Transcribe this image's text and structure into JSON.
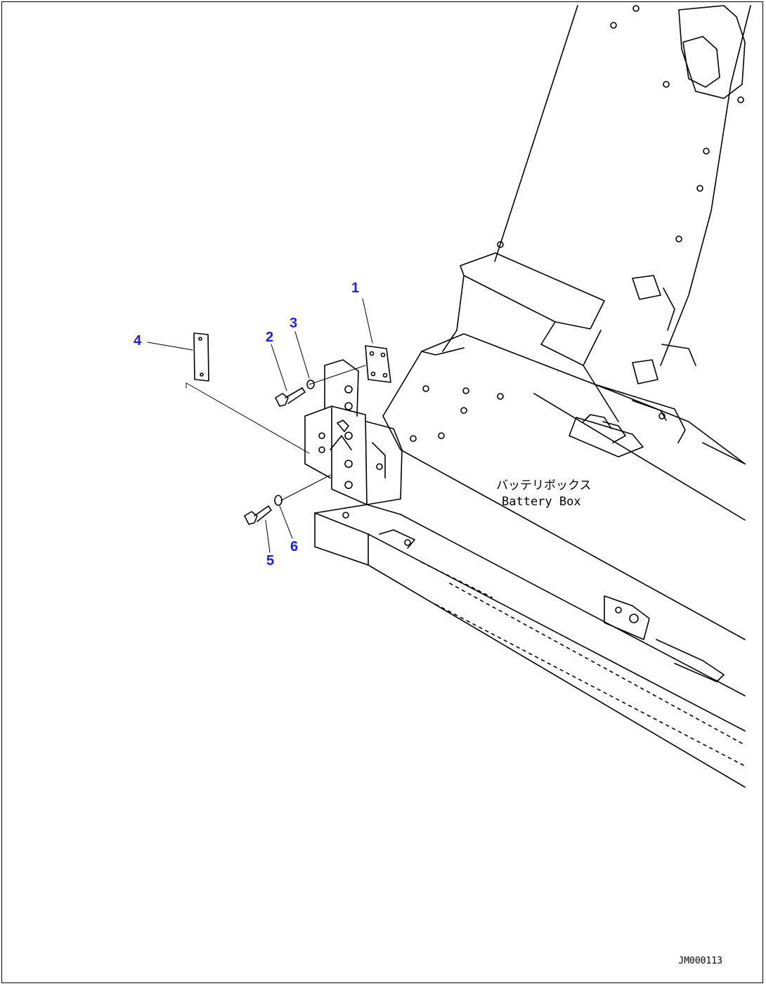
{
  "callouts": {
    "c1": "1",
    "c2": "2",
    "c3": "3",
    "c4": "4",
    "c5": "5",
    "c6": "6"
  },
  "labels": {
    "battery_box_jp": "バッテリボックス",
    "battery_box_en": "Battery Box"
  },
  "drawing_id": "JM000113",
  "colors": {
    "callout": "#1a1aff",
    "line": "#000000",
    "background": "#ffffff"
  }
}
